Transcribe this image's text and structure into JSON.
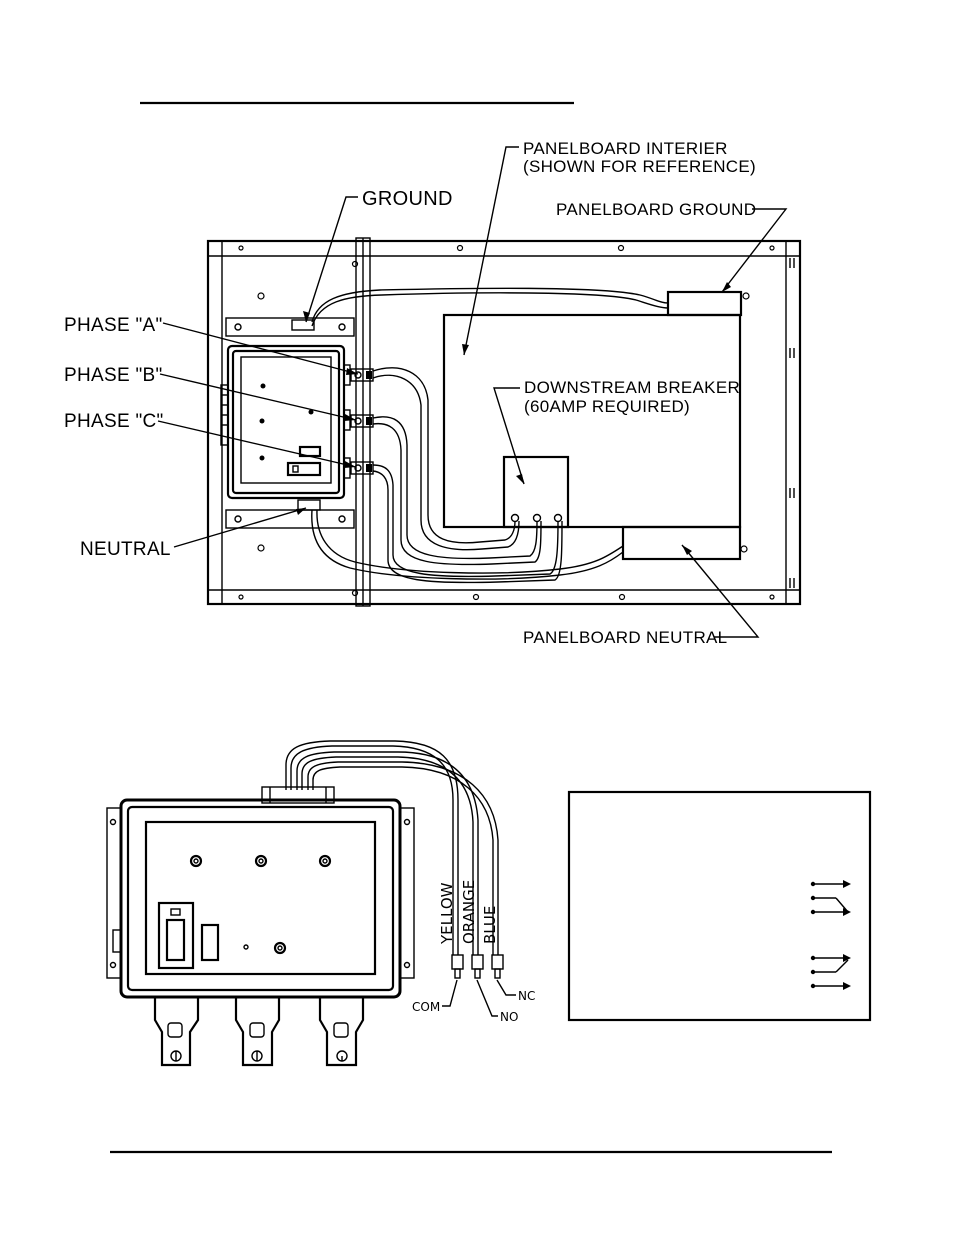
{
  "labels": {
    "ground": "GROUND",
    "phase_a": "PHASE \"A\"",
    "phase_b": "PHASE \"B\"",
    "phase_c": "PHASE \"C\"",
    "neutral": "NEUTRAL",
    "interior_line1": "PANELBOARD INTERIER",
    "interior_line2": "(SHOWN FOR REFERENCE)",
    "panel_ground": "PANELBOARD GROUND",
    "breaker_line1": "DOWNSTREAM BREAKER",
    "breaker_line2": "(60AMP REQUIRED)",
    "panel_neutral": "PANELBOARD NEUTRAL"
  },
  "wires": {
    "yellow": "YELLOW",
    "orange": "ORANGE",
    "blue": "BLUE",
    "com": "COM",
    "no": "NO",
    "nc": "NC"
  }
}
